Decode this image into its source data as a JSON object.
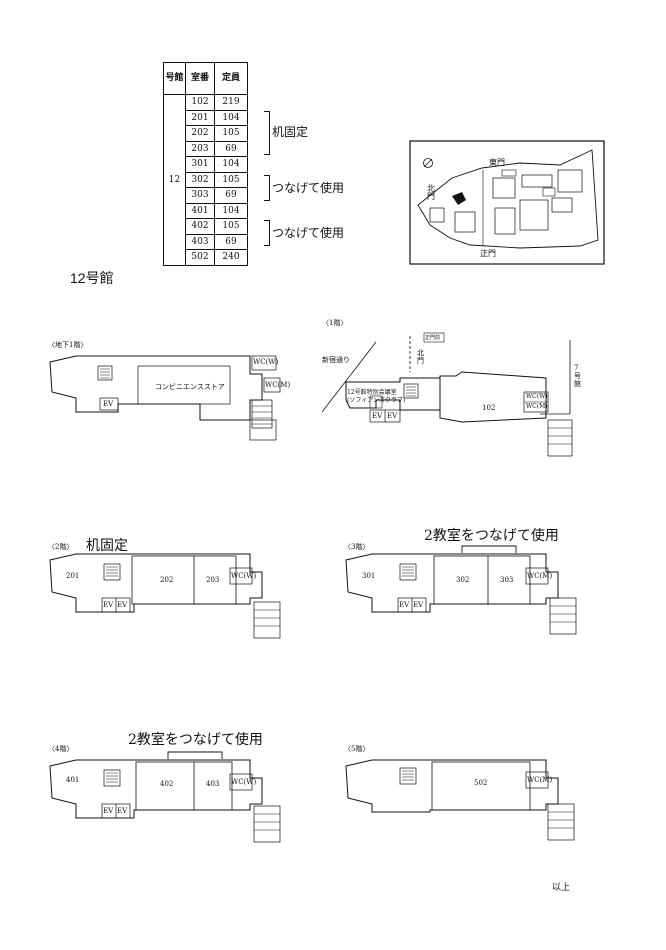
{
  "room_table": {
    "headers": {
      "building": "号館",
      "room": "室番",
      "capacity": "定員"
    },
    "building": "12",
    "rows": [
      {
        "room": "102",
        "capacity": "219"
      },
      {
        "room": "201",
        "capacity": "104"
      },
      {
        "room": "202",
        "capacity": "105"
      },
      {
        "room": "203",
        "capacity": "69"
      },
      {
        "room": "301",
        "capacity": "104"
      },
      {
        "room": "302",
        "capacity": "105"
      },
      {
        "room": "303",
        "capacity": "69"
      },
      {
        "room": "401",
        "capacity": "104"
      },
      {
        "room": "402",
        "capacity": "105"
      },
      {
        "room": "403",
        "capacity": "69"
      },
      {
        "room": "502",
        "capacity": "240"
      }
    ],
    "notes": [
      "机固定",
      "つなげて使用",
      "つなげて使用"
    ]
  },
  "campus_map": {
    "east_gate": "東門",
    "north_gate": "北門",
    "main_gate": "正門"
  },
  "building_title": "12号館",
  "floors": {
    "b1": {
      "label": "〈地下1階〉",
      "store": "コンビニエンスストア",
      "wc_w": "WC(W)",
      "wc_m": "WC(M)",
      "ev": "EV"
    },
    "f1": {
      "label": "〈1階〉",
      "street": "新宿通り",
      "north_gate": "北門",
      "gate_sign": "正門前",
      "bldg7": "7号館",
      "hall_line1": "12号館特別会議室",
      "hall_line2": "(ソフィアンズクラブ)",
      "room": "102",
      "wc_w": "WC(W)",
      "wc_m": "WC(M)",
      "ev": "EV"
    },
    "f2": {
      "label": "〈2階〉",
      "note": "机固定",
      "rooms": [
        "201",
        "202",
        "203"
      ],
      "wc": "WC(W)",
      "ev": "EV"
    },
    "f3": {
      "label": "〈3階〉",
      "note": "2教室をつなげて使用",
      "rooms": [
        "301",
        "302",
        "303"
      ],
      "wc": "WC(M)",
      "ev": "EV"
    },
    "f4": {
      "label": "〈4階〉",
      "note": "2教室をつなげて使用",
      "rooms": [
        "401",
        "402",
        "403"
      ],
      "wc": "WC(W)",
      "ev": "EV"
    },
    "f5": {
      "label": "〈5階〉",
      "rooms": [
        "502"
      ],
      "wc": "WC(M)"
    }
  },
  "footer": "以上"
}
